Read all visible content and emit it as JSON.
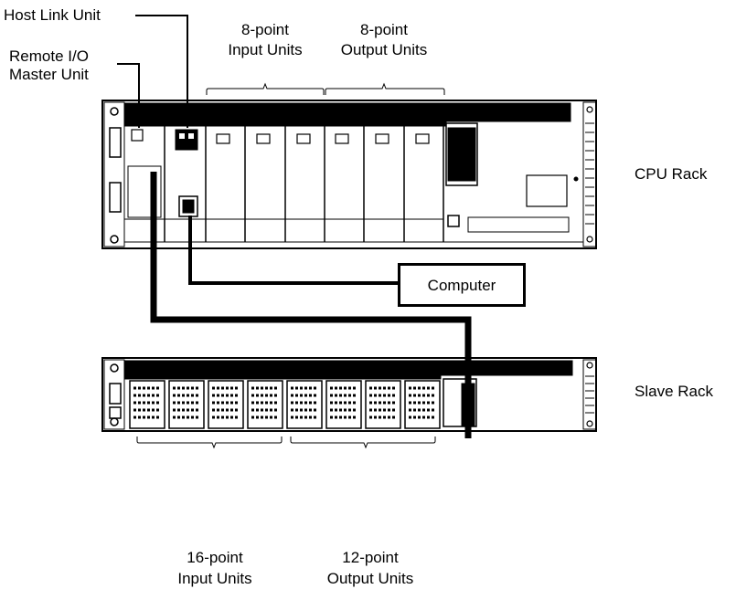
{
  "labels": {
    "host_link_unit": "Host Link Unit",
    "remote_io_master_line1": "Remote I/O",
    "remote_io_master_line2": "Master Unit",
    "cpu_input_line1": "8-point",
    "cpu_input_line2": "Input Units",
    "cpu_output_line1": "8-point",
    "cpu_output_line2": "Output Units",
    "cpu_rack": "CPU Rack",
    "computer": "Computer",
    "slave_rack": "Slave Rack",
    "slave_input_line1": "16-point",
    "slave_input_line2": "Input Units",
    "slave_output_line1": "12-point",
    "slave_output_line2": "Output Units"
  }
}
